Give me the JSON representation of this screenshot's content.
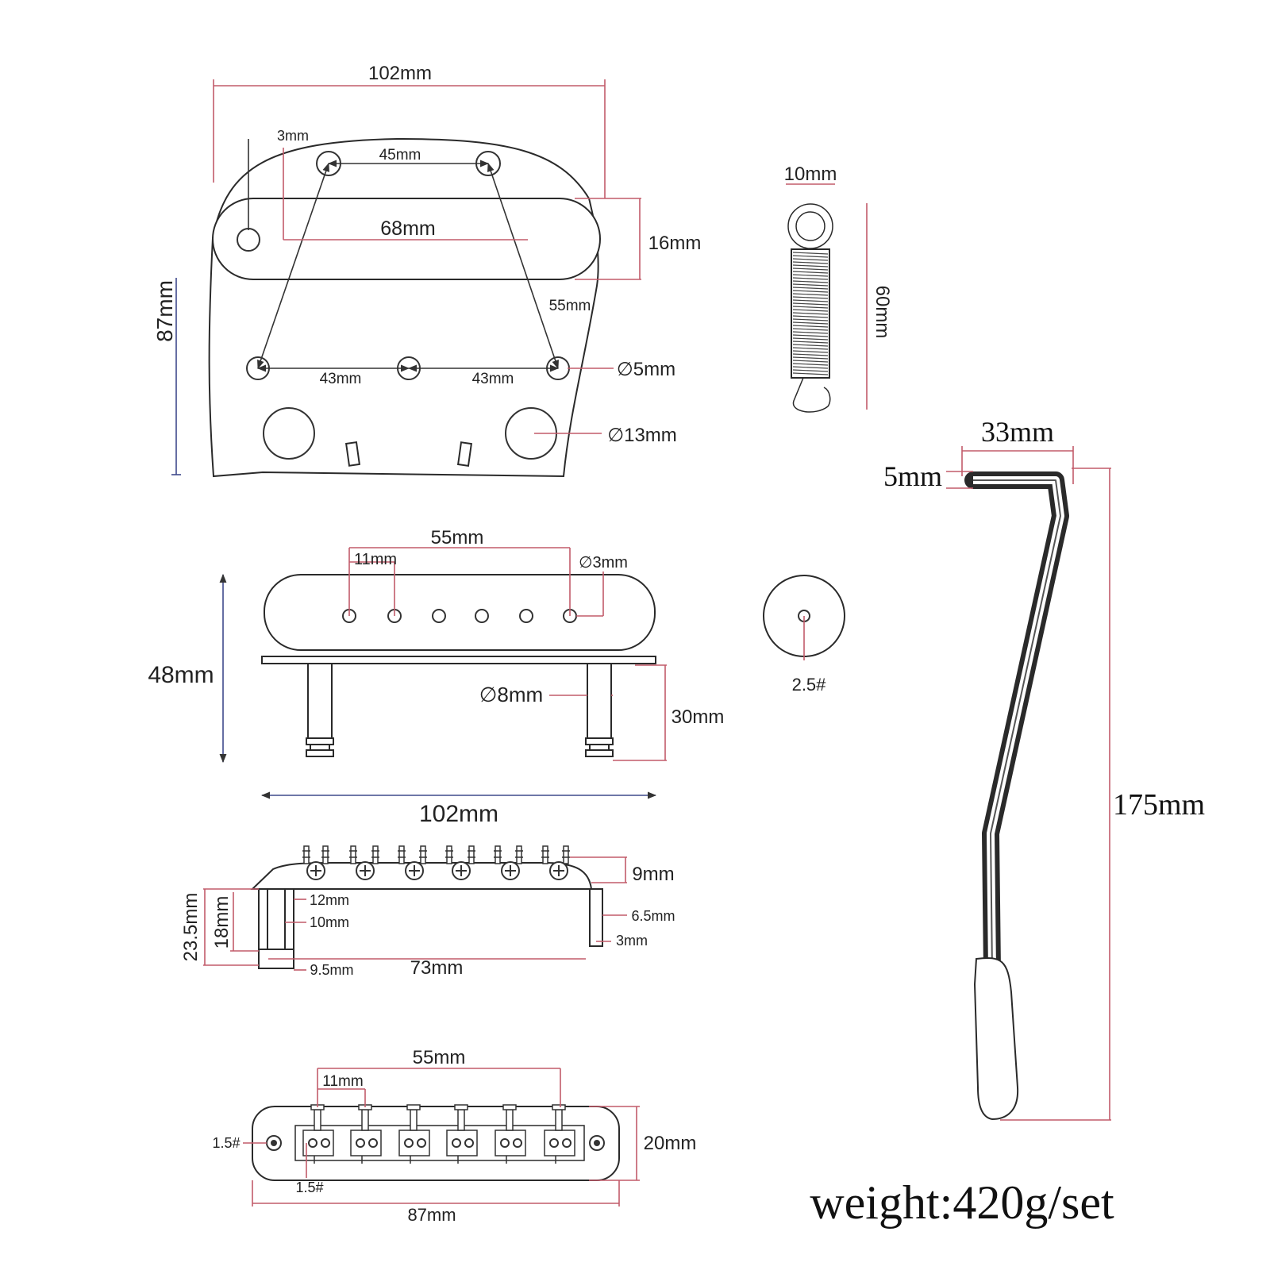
{
  "tremolo_plate": {
    "width": "102mm",
    "height": "87mm",
    "edge_offset": "3mm",
    "top_hole_spacing": "45mm",
    "pickup_hole_spacing": "68mm",
    "pickup_slot_height": "16mm",
    "diagonal": "55mm",
    "screw_hole_diameter": "∅5mm",
    "hole_spacing_left": "43mm",
    "hole_spacing_right": "43mm",
    "large_hole_diameter": "∅13mm"
  },
  "spring": {
    "width": "10mm",
    "length": "60mm"
  },
  "tremolo_arm": {
    "offset": "33mm",
    "tip_thickness": "5mm",
    "length": "175mm"
  },
  "pickup": {
    "pole_span": "55mm",
    "pole_spacing": "11mm",
    "pole_diameter": "∅3mm",
    "total_height": "48mm",
    "post_diameter": "∅8mm",
    "post_height": "30mm",
    "width": "102mm"
  },
  "washer": {
    "hex_size": "2.5#"
  },
  "bridge_side": {
    "saddle_height": "9mm",
    "total_height": "23.5mm",
    "post_height": "18mm",
    "post_top_dia": "12mm",
    "post_mid_dia": "10mm",
    "post_base_dia": "9.5mm",
    "post_spacing": "73mm",
    "stud_dia": "6.5mm",
    "stud_tip": "3mm"
  },
  "bridge_top": {
    "saddle_span": "55mm",
    "saddle_spacing": "11mm",
    "depth": "20mm",
    "end_hex": "1.5#",
    "saddle_hex": "1.5#",
    "length": "87mm"
  },
  "weight_label": "weight:420g/set"
}
